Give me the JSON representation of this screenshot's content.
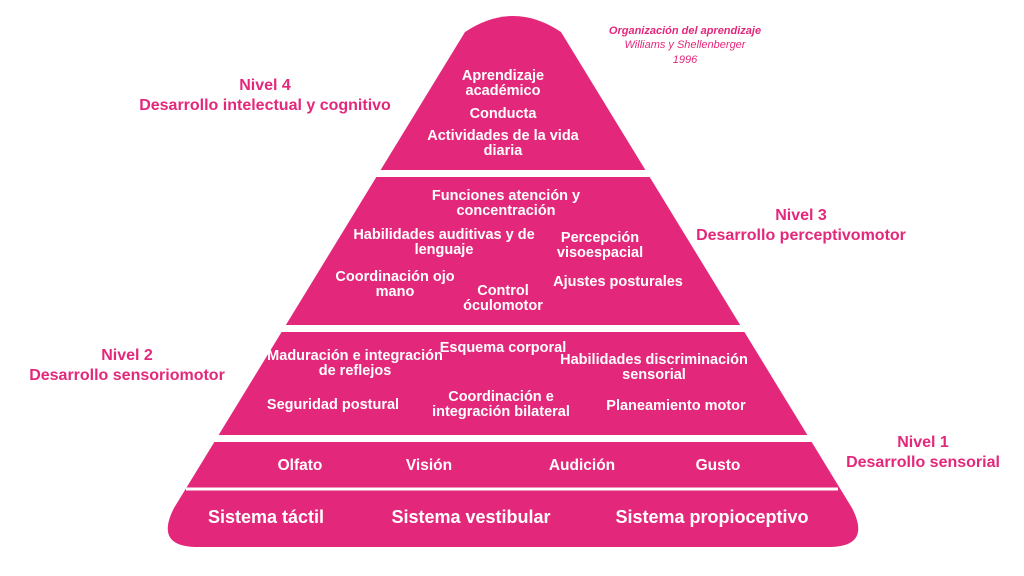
{
  "colors": {
    "primary": "#e3287b",
    "text_on_primary": "#ffffff"
  },
  "source": {
    "title": "Organización del aprendizaje",
    "authors": "Williams y Shellenberger",
    "year": "1996"
  },
  "levels": {
    "level4": {
      "name": "Nivel 4",
      "subtitle": "Desarrollo intelectual y cognitivo",
      "items": [
        "Aprendizaje académico",
        "Conducta",
        "Actividades de la vida diaria"
      ]
    },
    "level3": {
      "name": "Nivel 3",
      "subtitle": "Desarrollo perceptivomotor",
      "items": [
        "Funciones atención y concentración",
        "Habilidades auditivas y de lenguaje",
        "Percepción visoespacial",
        "Coordinación ojo mano",
        "Control óculomotor",
        "Ajustes posturales"
      ]
    },
    "level2": {
      "name": "Nivel 2",
      "subtitle": "Desarrollo sensoriomotor",
      "items": [
        "Maduración e integración de reflejos",
        "Esquema corporal",
        "Habilidades discriminación sensorial",
        "Seguridad postural",
        "Coordinación e integración bilateral",
        "Planeamiento motor"
      ]
    },
    "level1": {
      "name": "Nivel 1",
      "subtitle": "Desarrollo sensorial",
      "items": [
        "Olfato",
        "Visión",
        "Audición",
        "Gusto"
      ]
    },
    "base": {
      "items": [
        "Sistema táctil",
        "Sistema vestibular",
        "Sistema propioceptivo"
      ]
    }
  }
}
